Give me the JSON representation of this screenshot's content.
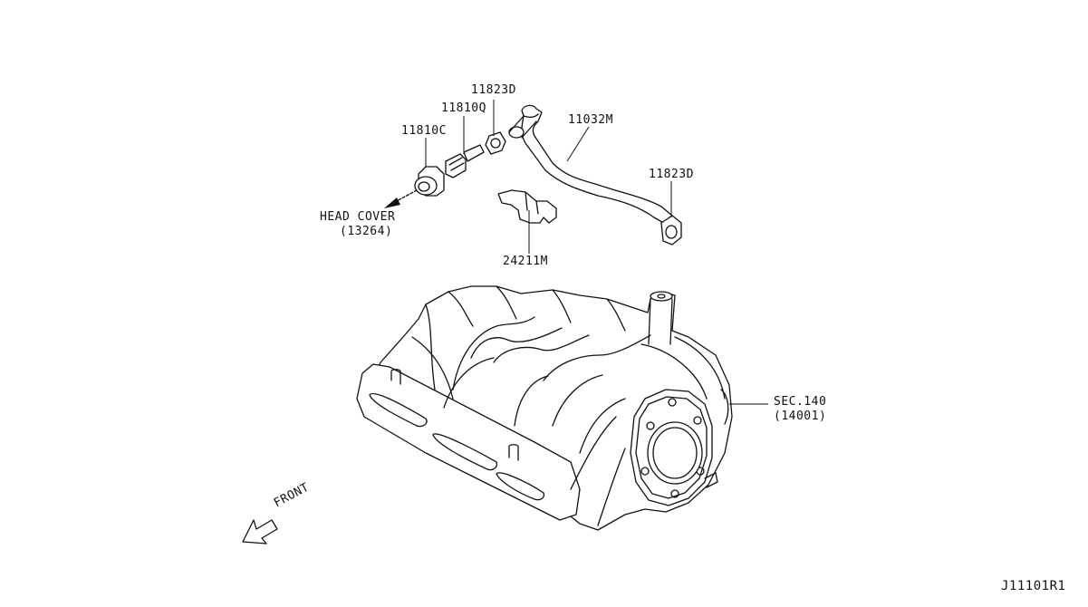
{
  "parts": {
    "p11823d_top": "11823D",
    "p11810q": "11810Q",
    "p11810c": "11810C",
    "p11032m": "11032M",
    "p11823d_right": "11823D",
    "p24211m": "24211M"
  },
  "references": {
    "head_cover_name": "HEAD COVER",
    "head_cover_code": "(13264)",
    "sec_name": "SEC.140",
    "sec_code": "(14001)"
  },
  "direction_label": "FRONT",
  "diagram_id": "J11101R1",
  "icons": [
    "front-arrow-icon",
    "pointer-arrow-icon"
  ]
}
